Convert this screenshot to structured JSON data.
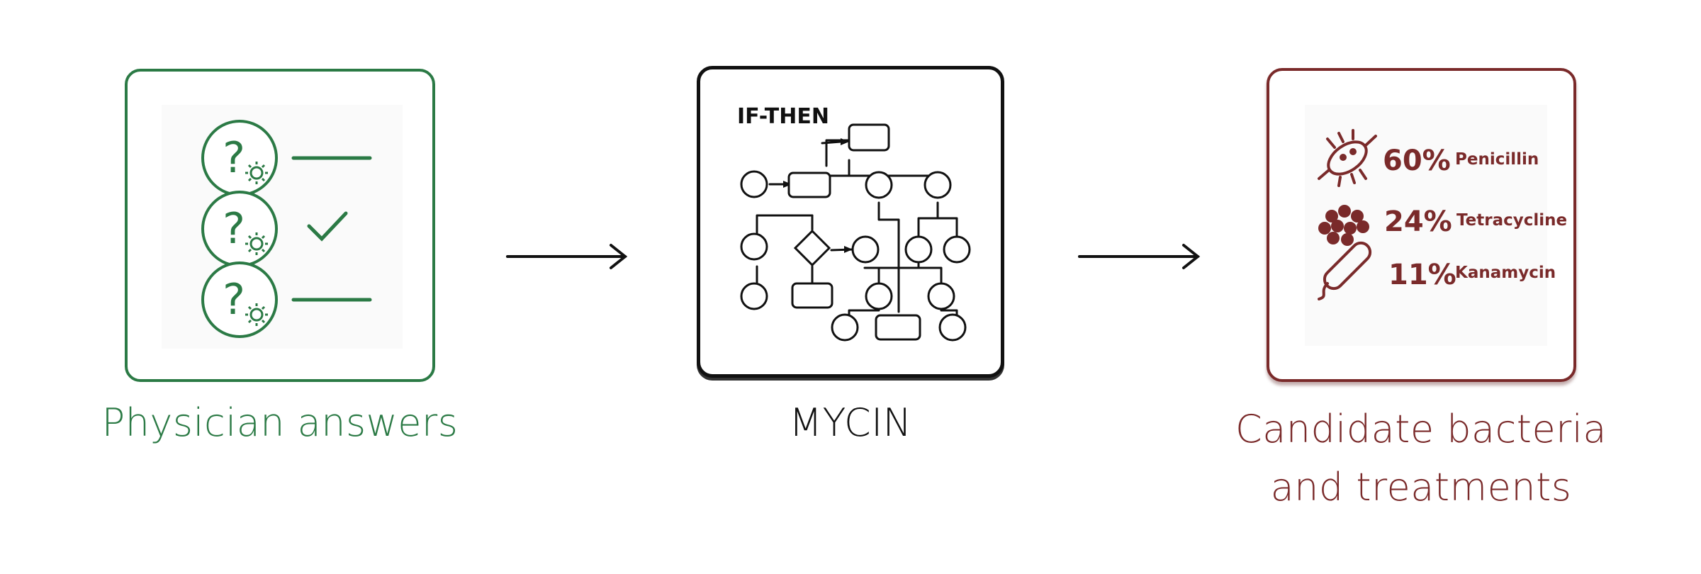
{
  "stages": {
    "input": {
      "caption": "Physician answers",
      "color": "#2b7a45"
    },
    "system": {
      "caption": "MYCIN",
      "rule_label": "IF-THEN",
      "color": "#111111"
    },
    "output": {
      "caption_line1": "Candidate bacteria",
      "caption_line2": "and treatments",
      "color": "#7a2a2a",
      "results": [
        {
          "icon": "bacillus-icon",
          "percent": "60%",
          "drug": "Penicillin"
        },
        {
          "icon": "cocci-cluster-icon",
          "percent": "24%",
          "drug": "Tetracycline"
        },
        {
          "icon": "spirillum-icon",
          "percent": "11%",
          "drug": "Kanamycin"
        }
      ]
    }
  }
}
